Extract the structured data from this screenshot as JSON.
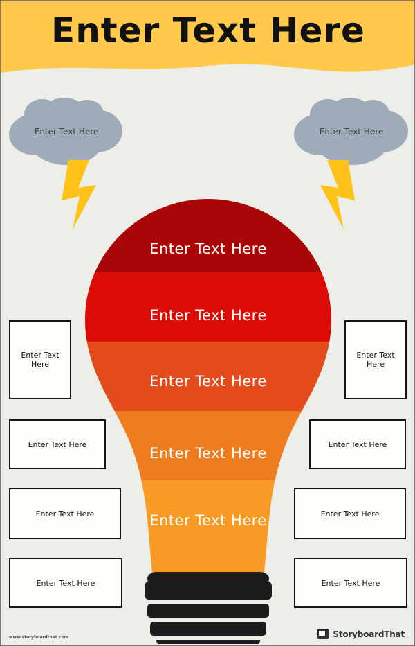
{
  "poster": {
    "title": "Enter Text Here",
    "background_color": "#eceee7",
    "header_color": "#ffca4b"
  },
  "clouds": [
    {
      "label": "Enter  Text Here",
      "color": "#9fabb8",
      "bolt_color": "#ffc21a"
    },
    {
      "label": "Enter  Text Here",
      "color": "#9fabb8",
      "bolt_color": "#ffc21a"
    }
  ],
  "bulb": {
    "base_color": "#1c1c1c",
    "segments": [
      {
        "label": "Enter  Text Here",
        "color": "#a90607"
      },
      {
        "label": "Enter  Text Here",
        "color": "#dd0b06"
      },
      {
        "label": "Enter  Text Here",
        "color": "#e34b1d"
      },
      {
        "label": "Enter  Text Here",
        "color": "#f07c20"
      },
      {
        "label": "Enter  Text Here",
        "color": "#f89a25"
      }
    ]
  },
  "notes": {
    "left": [
      {
        "label": "Enter Text Here"
      },
      {
        "label": "Enter Text Here"
      },
      {
        "label": "Enter Text Here"
      },
      {
        "label": "Enter Text Here"
      }
    ],
    "right": [
      {
        "label": "Enter Text Here"
      },
      {
        "label": "Enter Text Here"
      },
      {
        "label": "Enter Text Here"
      },
      {
        "label": "Enter Text Here"
      }
    ]
  },
  "footer": {
    "url": "www.storyboardthat.com",
    "brand": "StoryboardThat",
    "brand_icon": "storyboard-logo-icon"
  }
}
